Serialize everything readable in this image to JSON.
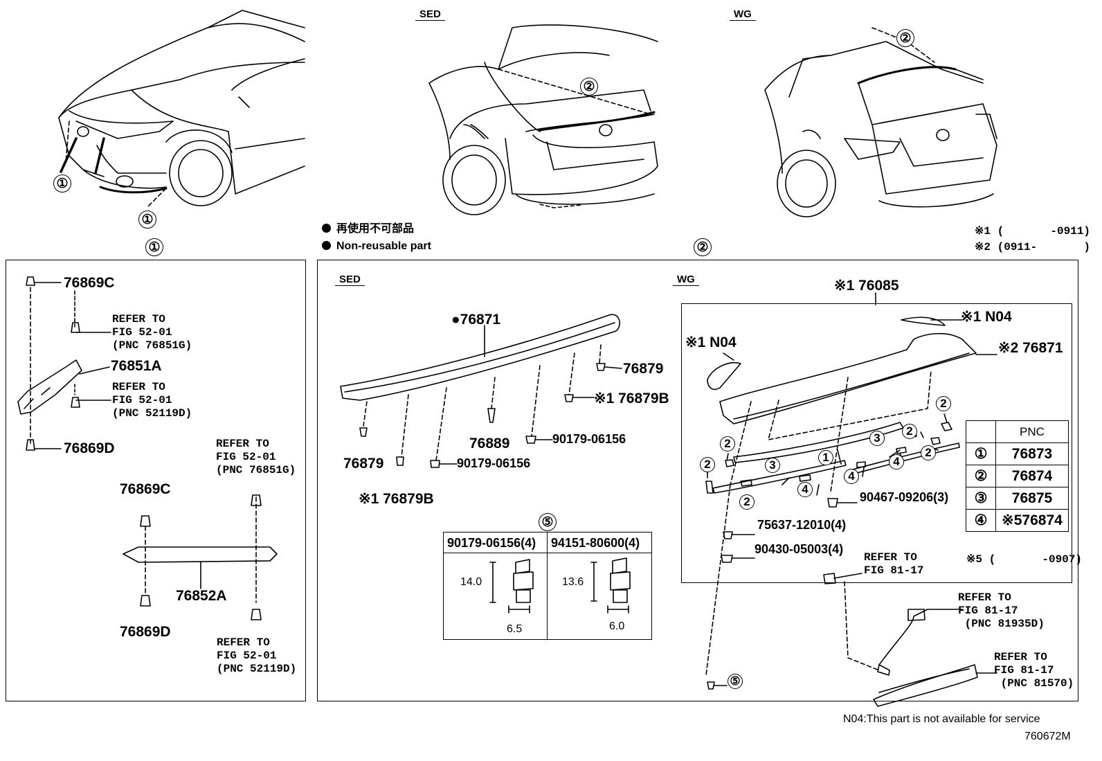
{
  "headers": {
    "sed": "SED",
    "wg": "WG"
  },
  "legend": {
    "jp": "再使用不可部品",
    "en": "Non-reusable part"
  },
  "notes": {
    "n1": "※1 (       -0911)",
    "n2": "※2 (0911-       )",
    "n5": "※5 (       -0907)",
    "n04": "N04:This part is not available for service",
    "diagram_id": "760672M"
  },
  "section_markers": {
    "s1": "①",
    "s2": "②",
    "s5": "⑤"
  },
  "left_panel": {
    "p1": "76869C",
    "ref1": "REFER TO\nFIG 52-01\n(PNC 76851G)",
    "p2": "76851A",
    "ref2": "REFER TO\nFIG 52-01\n(PNC 52119D)",
    "p3": "76869D",
    "ref3": "REFER TO\nFIG 52-01\n(PNC 76851G)",
    "p4": "76869C",
    "p5": "76852A",
    "p6": "76869D",
    "ref4": "REFER TO\nFIG 52-01\n(PNC 52119D)"
  },
  "sed_panel": {
    "tag": "SED",
    "p76871": "●76871",
    "p76879a": "76879",
    "p76879b": "※1 76879B",
    "p76889": "76889",
    "p90179a": "90179-06156",
    "p76879c": "76879",
    "p90179b": "90179-06156",
    "p76879d": "※1 76879B"
  },
  "fasteners": {
    "col1": "90179-06156(4)",
    "col2": "94151-80600(4)",
    "h1": "14.0",
    "w1": "6.5",
    "h2": "13.6",
    "w2": "6.0"
  },
  "wg_panel": {
    "tag": "WG",
    "p76085": "※1 76085",
    "n04a": "※1 N04",
    "n04b": "※1 N04",
    "p76871": "※2 76871",
    "p90467": "90467-09206(3)",
    "p75637": "75637-12010(4)",
    "p90430": "90430-05003(4)",
    "ref_a": "REFER TO\nFIG 81-17",
    "ref_b": "REFER TO\nFIG 81-17\n (PNC 81935D)",
    "ref_c": "REFER TO\nFIG 81-17\n (PNC 81570)"
  },
  "pnc_table": {
    "header": "PNC",
    "rows": [
      {
        "mark": "①",
        "pnc": "76873"
      },
      {
        "mark": "②",
        "pnc": "76874"
      },
      {
        "mark": "③",
        "pnc": "76875"
      },
      {
        "mark": "④",
        "pnc": "※576874"
      }
    ]
  }
}
